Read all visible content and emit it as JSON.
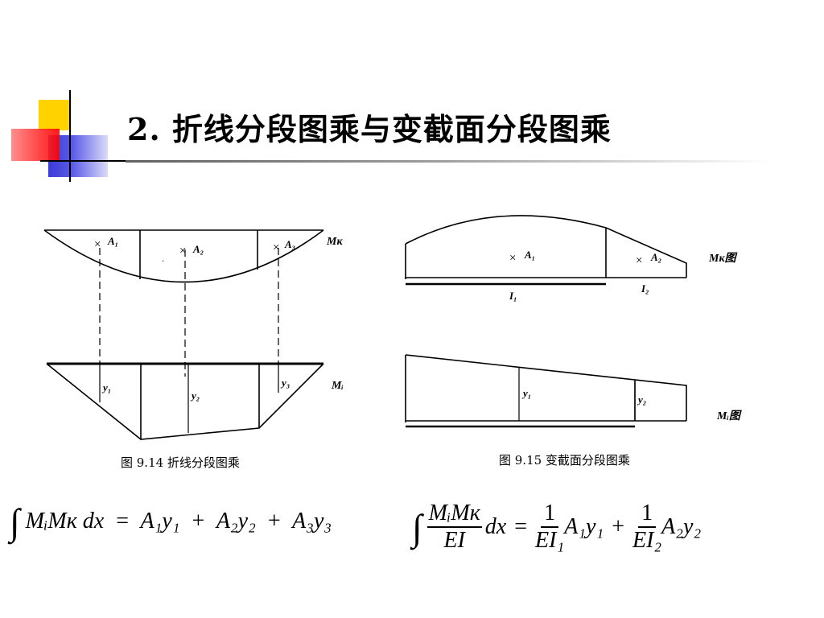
{
  "slide": {
    "title": "2.  折线分段图乘与变截面分段图乘"
  },
  "figure_left": {
    "mk_label": "Mк",
    "mi_label": "Mᵢ",
    "area_labels": [
      "A₁",
      "A₂",
      "A₃"
    ],
    "ord_labels": [
      "y₁",
      "y₂",
      "y₃"
    ],
    "caption": "图 9.14   折线分段图乘"
  },
  "figure_right": {
    "mk_label": "Mк图",
    "mi_label": "Mᵢ图",
    "area_labels": [
      "A₁",
      "A₂"
    ],
    "inertia_labels": [
      "I₁",
      "I₂"
    ],
    "ord_labels": [
      "y₁",
      "y₂"
    ],
    "caption": "图 9.15   变截面分段图乘"
  },
  "formula_left": {
    "integral": "∫",
    "integrand": "MᵢMк dx",
    "equals": "=",
    "term1": "A₁y₁",
    "plus1": "+",
    "term2": "A₂y₂",
    "plus2": "+",
    "term3": "A₃y₃"
  },
  "formula_right": {
    "integral": "∫",
    "num": "MᵢMк",
    "den": "EI",
    "dx": "dx",
    "equals": "=",
    "t1_num": "1",
    "t1_den": "EI₁",
    "t1_rest": "A₁y₁",
    "plus": "+",
    "t2_num": "1",
    "t2_den": "EI₂",
    "t2_rest": "A₂y₂"
  }
}
